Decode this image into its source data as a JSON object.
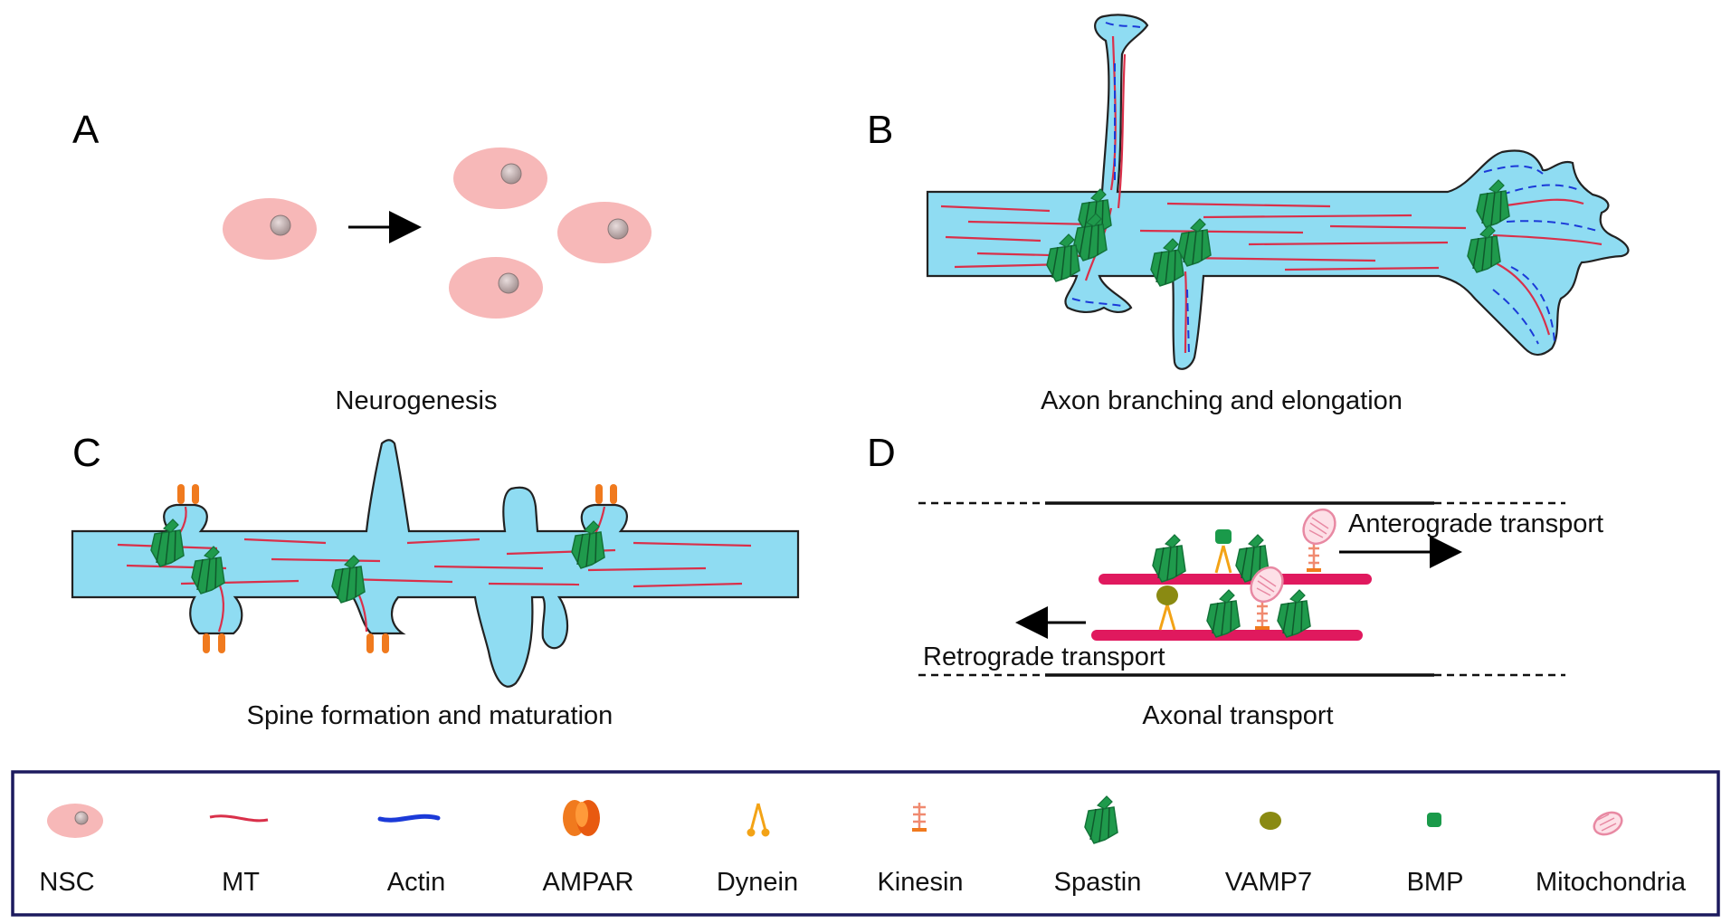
{
  "panels": {
    "a": {
      "letter": "A",
      "caption": "Neurogenesis"
    },
    "b": {
      "letter": "B",
      "caption": "Axon branching and elongation"
    },
    "c": {
      "letter": "C",
      "caption": "Spine formation and maturation"
    },
    "d": {
      "letter": "D",
      "caption": "Axonal transport",
      "anterograde": "Anterograde transport",
      "retrograde": "Retrograde transport"
    }
  },
  "legend": {
    "items": [
      {
        "label": "NSC",
        "icon": "nsc-icon"
      },
      {
        "label": "MT",
        "icon": "microtubule-icon"
      },
      {
        "label": "Actin",
        "icon": "actin-icon"
      },
      {
        "label": "AMPAR",
        "icon": "ampar-icon"
      },
      {
        "label": "Dynein",
        "icon": "dynein-icon"
      },
      {
        "label": "Kinesin",
        "icon": "kinesin-icon"
      },
      {
        "label": "Spastin",
        "icon": "spastin-icon"
      },
      {
        "label": "VAMP7",
        "icon": "vamp7-icon"
      },
      {
        "label": "BMP",
        "icon": "bmp-icon"
      },
      {
        "label": "Mitochondria",
        "icon": "mitochondria-icon"
      }
    ]
  },
  "colors": {
    "cell_fill": "#f7b8b8",
    "nucleus": "#b8a5a5",
    "axon_fill": "#8fdcf2",
    "microtubule": "#d9304a",
    "actin": "#1b3ad8",
    "spastin": "#1f9a4c",
    "ampar": "#f07a1e",
    "dynein": "#f3a316",
    "track": "#e0195e",
    "vamp7": "#8a8a12",
    "bmp": "#1a9a4a",
    "mitochondria": "#e889a3",
    "legend_border": "#1c1a5e"
  }
}
